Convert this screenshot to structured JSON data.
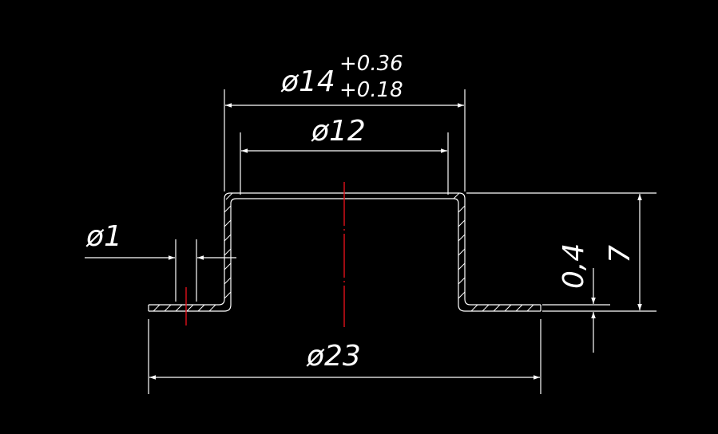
{
  "drawing": {
    "background": "#000000",
    "line_color": "#ffffff",
    "centerline_color": "#e0101a"
  },
  "dimensions": {
    "outer_diameter": {
      "symbol": "ø",
      "value": "14",
      "upper_tol": "+0.36",
      "lower_tol": "+0.18"
    },
    "inner_diameter": {
      "symbol": "ø",
      "value": "12"
    },
    "flange_diameter": {
      "symbol": "ø",
      "value": "23"
    },
    "hole_diameter": {
      "symbol": "ø",
      "value": "1"
    },
    "height": {
      "value": "7"
    },
    "thickness": {
      "value": "0,4"
    }
  }
}
